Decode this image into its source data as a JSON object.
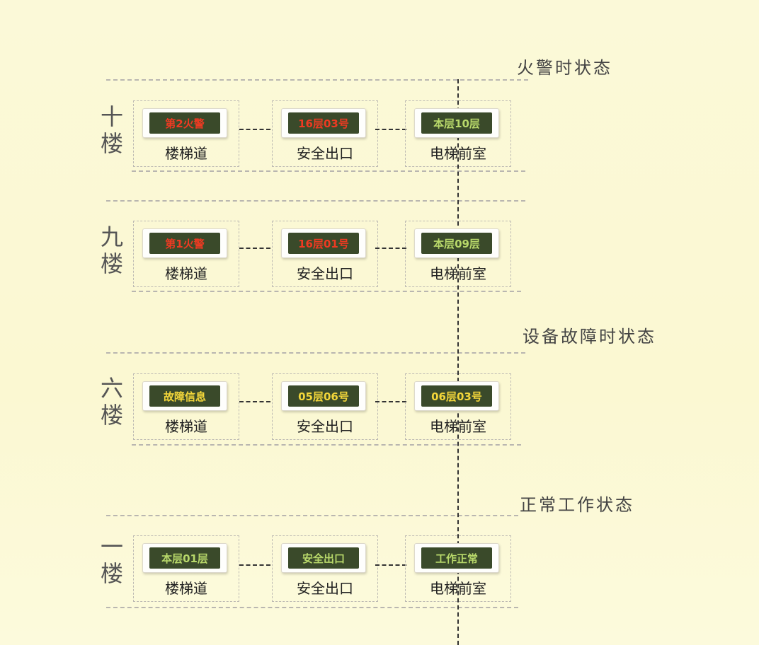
{
  "sections": [
    {
      "title": "火警时状态"
    },
    {
      "title": "设备故障时状态"
    },
    {
      "title": "正常工作状态"
    }
  ],
  "floors": [
    {
      "label": [
        "十",
        "楼"
      ],
      "signs": [
        {
          "display": "第2火警",
          "caption": "楼梯道",
          "color": "#ee3a22"
        },
        {
          "display": "16层03号",
          "caption": "安全出口",
          "color": "#ee3a22"
        },
        {
          "display": "本层10层",
          "caption": "电梯前室",
          "color": "#b8d86a"
        }
      ]
    },
    {
      "label": [
        "九",
        "楼"
      ],
      "signs": [
        {
          "display": "第1火警",
          "caption": "楼梯道",
          "color": "#ee3a22"
        },
        {
          "display": "16层01号",
          "caption": "安全出口",
          "color": "#ee3a22"
        },
        {
          "display": "本层09层",
          "caption": "电梯前室",
          "color": "#b8d86a"
        }
      ]
    },
    {
      "label": [
        "六",
        "楼"
      ],
      "signs": [
        {
          "display": "故障信息",
          "caption": "楼梯道",
          "color": "#f3d63a"
        },
        {
          "display": "05层06号",
          "caption": "安全出口",
          "color": "#f3d63a"
        },
        {
          "display": "06层03号",
          "caption": "电梯前室",
          "color": "#f3d63a"
        }
      ]
    },
    {
      "label": [
        "一",
        "楼"
      ],
      "signs": [
        {
          "display": "本层01层",
          "caption": "楼梯道",
          "color": "#b8d86a"
        },
        {
          "display": "安全出口",
          "caption": "安全出口",
          "color": "#b8d86a"
        },
        {
          "display": "工作正常",
          "caption": "电梯前室",
          "color": "#b8d86a"
        }
      ]
    }
  ]
}
